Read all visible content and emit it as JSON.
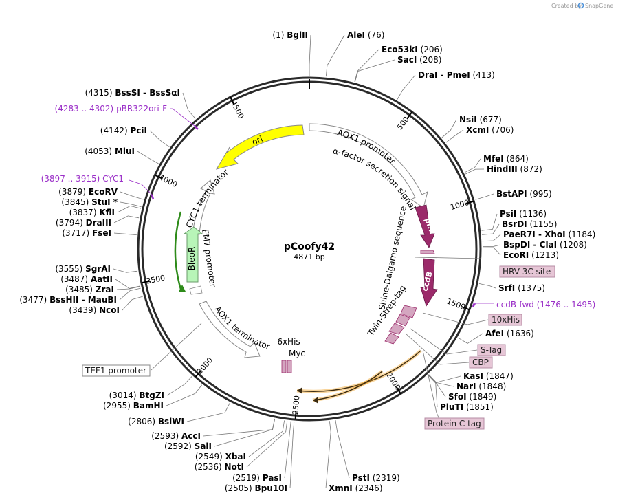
{
  "credit": {
    "prefix": "Created by",
    "brand": "SnapGene"
  },
  "plasmid": {
    "name": "pCoofy42",
    "length": 4871,
    "length_label": "4871 bp"
  },
  "colors": {
    "ring": "#2a2a2a",
    "ori": "#ffff00",
    "bleo": "#b8f5b8",
    "ccdB": "#9b2a6a",
    "tag": "#d4a6c0",
    "orange": "#f0a020",
    "primer": "#9b30c8"
  },
  "ticks": [
    {
      "pos": 500,
      "label": "500"
    },
    {
      "pos": 1000,
      "label": "1000"
    },
    {
      "pos": 1500,
      "label": "1500"
    },
    {
      "pos": 2000,
      "label": "2000"
    },
    {
      "pos": 2500,
      "label": "2500"
    },
    {
      "pos": 3000,
      "label": "3000"
    },
    {
      "pos": 3500,
      "label": "3500"
    },
    {
      "pos": 4000,
      "label": "4000"
    },
    {
      "pos": 4500,
      "label": "4500"
    }
  ],
  "sites": [
    {
      "pos": 1,
      "name": "BglII",
      "coord": "(1)",
      "side": "L"
    },
    {
      "pos": 76,
      "name": "AleI",
      "coord": "(76)",
      "side": "R"
    },
    {
      "pos": 206,
      "name": "Eco53kI",
      "coord": "(206)",
      "side": "R"
    },
    {
      "pos": 208,
      "name": "SacI",
      "coord": "(208)",
      "side": "R"
    },
    {
      "pos": 413,
      "name": "DraI - PmeI",
      "coord": "(413)",
      "side": "R"
    },
    {
      "pos": 677,
      "name": "NsiI",
      "coord": "(677)",
      "side": "R"
    },
    {
      "pos": 706,
      "name": "XcmI",
      "coord": "(706)",
      "side": "R"
    },
    {
      "pos": 864,
      "name": "MfeI",
      "coord": "(864)",
      "side": "R"
    },
    {
      "pos": 872,
      "name": "HindIII",
      "coord": "(872)",
      "side": "R"
    },
    {
      "pos": 995,
      "name": "BstAPI",
      "coord": "(995)",
      "side": "R"
    },
    {
      "pos": 1136,
      "name": "PsiI",
      "coord": "(1136)",
      "side": "R"
    },
    {
      "pos": 1155,
      "name": "BsrDI",
      "coord": "(1155)",
      "side": "R"
    },
    {
      "pos": 1184,
      "name": "PaeR7I - XhoI",
      "coord": "(1184)",
      "side": "R"
    },
    {
      "pos": 1208,
      "name": "BspDI - ClaI",
      "coord": "(1208)",
      "side": "R"
    },
    {
      "pos": 1213,
      "name": "EcoRI",
      "coord": "(1213)",
      "side": "R"
    },
    {
      "pos": 1375,
      "name": "SrfI",
      "coord": "(1375)",
      "side": "R"
    },
    {
      "pos": 1636,
      "name": "AfeI",
      "coord": "(1636)",
      "side": "R"
    },
    {
      "pos": 1847,
      "name": "KasI",
      "coord": "(1847)",
      "side": "R"
    },
    {
      "pos": 1848,
      "name": "NarI",
      "coord": "(1848)",
      "side": "R"
    },
    {
      "pos": 1849,
      "name": "SfoI",
      "coord": "(1849)",
      "side": "R"
    },
    {
      "pos": 1851,
      "name": "PluTI",
      "coord": "(1851)",
      "side": "R"
    },
    {
      "pos": 2319,
      "name": "PstI",
      "coord": "(2319)",
      "side": "R"
    },
    {
      "pos": 2346,
      "name": "XmnI",
      "coord": "(2346)",
      "side": "R"
    },
    {
      "pos": 2505,
      "name": "Bpu10I",
      "coord": "(2505)",
      "side": "L"
    },
    {
      "pos": 2519,
      "name": "PasI",
      "coord": "(2519)",
      "side": "L"
    },
    {
      "pos": 2536,
      "name": "NotI",
      "coord": "(2536)",
      "side": "L"
    },
    {
      "pos": 2549,
      "name": "XbaI",
      "coord": "(2549)",
      "side": "L"
    },
    {
      "pos": 2592,
      "name": "SalI",
      "coord": "(2592)",
      "side": "L"
    },
    {
      "pos": 2593,
      "name": "AccI",
      "coord": "(2593)",
      "side": "L"
    },
    {
      "pos": 2806,
      "name": "BsiWI",
      "coord": "(2806)",
      "side": "L"
    },
    {
      "pos": 2955,
      "name": "BamHI",
      "coord": "(2955)",
      "side": "L"
    },
    {
      "pos": 3014,
      "name": "BtgZI",
      "coord": "(3014)",
      "side": "L"
    },
    {
      "pos": 3439,
      "name": "NcoI",
      "coord": "(3439)",
      "side": "L"
    },
    {
      "pos": 3477,
      "name": "BssHII - MauBI",
      "coord": "(3477)",
      "side": "L"
    },
    {
      "pos": 3485,
      "name": "ZraI",
      "coord": "(3485)",
      "side": "L"
    },
    {
      "pos": 3487,
      "name": "AatII",
      "coord": "(3487)",
      "side": "L"
    },
    {
      "pos": 3555,
      "name": "SgrAI",
      "coord": "(3555)",
      "side": "L"
    },
    {
      "pos": 3717,
      "name": "FseI",
      "coord": "(3717)",
      "side": "L"
    },
    {
      "pos": 3794,
      "name": "DraIII",
      "coord": "(3794)",
      "side": "L"
    },
    {
      "pos": 3837,
      "name": "KflI",
      "coord": "(3837)",
      "side": "L"
    },
    {
      "pos": 3845,
      "name": "StuI *",
      "coord": "(3845)",
      "side": "L"
    },
    {
      "pos": 3879,
      "name": "EcoRV",
      "coord": "(3879)",
      "side": "L"
    },
    {
      "pos": 4053,
      "name": "MluI",
      "coord": "(4053)",
      "side": "L"
    },
    {
      "pos": 4142,
      "name": "PciI",
      "coord": "(4142)",
      "side": "L"
    },
    {
      "pos": 4315,
      "name": "BssSI - BssSαI",
      "coord": "(4315)",
      "side": "L"
    }
  ],
  "primers": [
    {
      "name": "pBR322ori-F",
      "range": "(4283 .. 4302)",
      "side": "L"
    },
    {
      "name": "CYC1",
      "range": "(3897 .. 3915)",
      "side": "L"
    },
    {
      "name": "ccdB-fwd",
      "range": "(1476 .. 1495)",
      "side": "R"
    }
  ],
  "boxed": [
    {
      "name": "HRV 3C site"
    },
    {
      "name": "10xHis"
    },
    {
      "name": "S-Tag"
    },
    {
      "name": "CBP"
    },
    {
      "name": "Protein C tag"
    },
    {
      "name": "TEF1 promoter"
    }
  ],
  "features": {
    "ori": "ori",
    "aox1_promoter": "AOX1 promoter",
    "alpha_factor": "α-factor secretion signal",
    "pr": "pr...",
    "ccdB": "ccdB",
    "shine": "Shine-Dalgarno sequence",
    "twin_strep": "Twin-Strep-tag",
    "cyc1_term": "CYC1 terminator",
    "em7": "EM7 promoter",
    "bleoR": "BleoR",
    "aox1_term": "AOX1 terminator",
    "his6": "6xHis",
    "myc": "Myc"
  }
}
